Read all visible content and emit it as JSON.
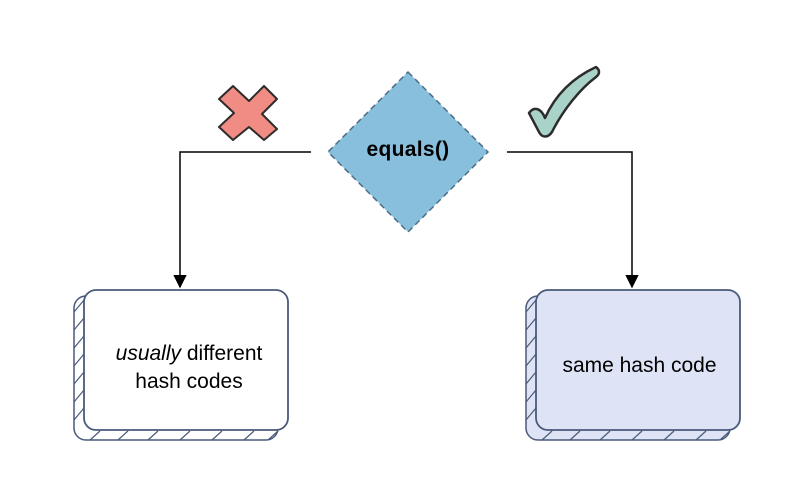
{
  "diagram": {
    "decision": {
      "label": "equals()",
      "fill": "#88bfdd",
      "stroke": "#4d6d86"
    },
    "left_box": {
      "label_emphasis": "usually",
      "label_rest": " different",
      "label_line2": "hash codes",
      "fill": "#ffffff",
      "stroke": "#4a5a7a"
    },
    "right_box": {
      "label": "same hash code",
      "fill": "#dee3f5",
      "stroke": "#4a5a7a"
    },
    "left_branch": {
      "marker": "x-icon",
      "color": "#f08c83"
    },
    "right_branch": {
      "marker": "check-icon",
      "color": "#a9d3c9"
    }
  }
}
